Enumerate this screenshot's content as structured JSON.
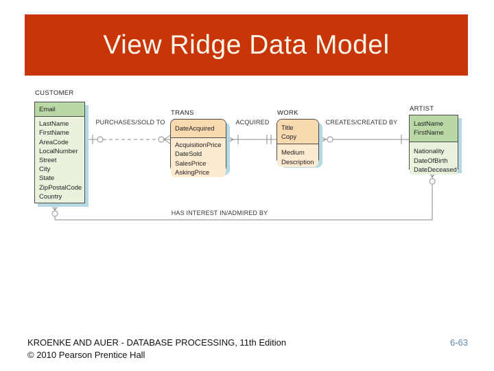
{
  "slide": {
    "title": "View Ridge Data Model",
    "footer_line1": "KROENKE AND AUER - DATABASE PROCESSING, 11th Edition",
    "footer_line2": "© 2010 Pearson Prentice Hall",
    "page_number": "6-63"
  },
  "colors": {
    "title_bar_red": "#c73508",
    "title_text": "#fcf6e8",
    "entity_green_header": "#bad8a5",
    "entity_green_body": "#eaf2de",
    "entity_peach_header": "#f8d9b0",
    "entity_peach_body": "#fcead1",
    "entity_shadow_blue": "#b5d9e2",
    "page_number_blue": "#5d87b5"
  },
  "diagram": {
    "entities": [
      {
        "name": "CUSTOMER",
        "keys": [
          "Email"
        ],
        "attrs": [
          "LastName",
          "FirstName",
          "AreaCode",
          "LocalNumber",
          "Street",
          "City",
          "State",
          "ZipPostalCode",
          "Country"
        ]
      },
      {
        "name": "TRANS",
        "keys": [
          "DateAcquired"
        ],
        "attrs": [
          "AcquisitionPrice",
          "DateSold",
          "SalesPrice",
          "AskingPrice"
        ]
      },
      {
        "name": "WORK",
        "keys": [
          "Title",
          "Copy"
        ],
        "attrs": [
          "Medium",
          "Description"
        ]
      },
      {
        "name": "ARTIST",
        "keys": [
          "LastName",
          "FirstName"
        ],
        "attrs": [
          "Nationality",
          "DateOfBirth",
          "DateDeceased"
        ]
      }
    ],
    "relationships": [
      {
        "label": "PURCHASES/SOLD TO",
        "from": "CUSTOMER",
        "to": "TRANS",
        "line": "dashed"
      },
      {
        "label": "ACQUIRED",
        "from": "TRANS",
        "to": "WORK",
        "line": "solid"
      },
      {
        "label": "CREATES/CREATED BY",
        "from": "WORK",
        "to": "ARTIST",
        "line": "solid"
      },
      {
        "label": "HAS INTEREST IN/ADMIRED BY",
        "from": "CUSTOMER",
        "to": "ARTIST",
        "line": "solid"
      }
    ]
  }
}
